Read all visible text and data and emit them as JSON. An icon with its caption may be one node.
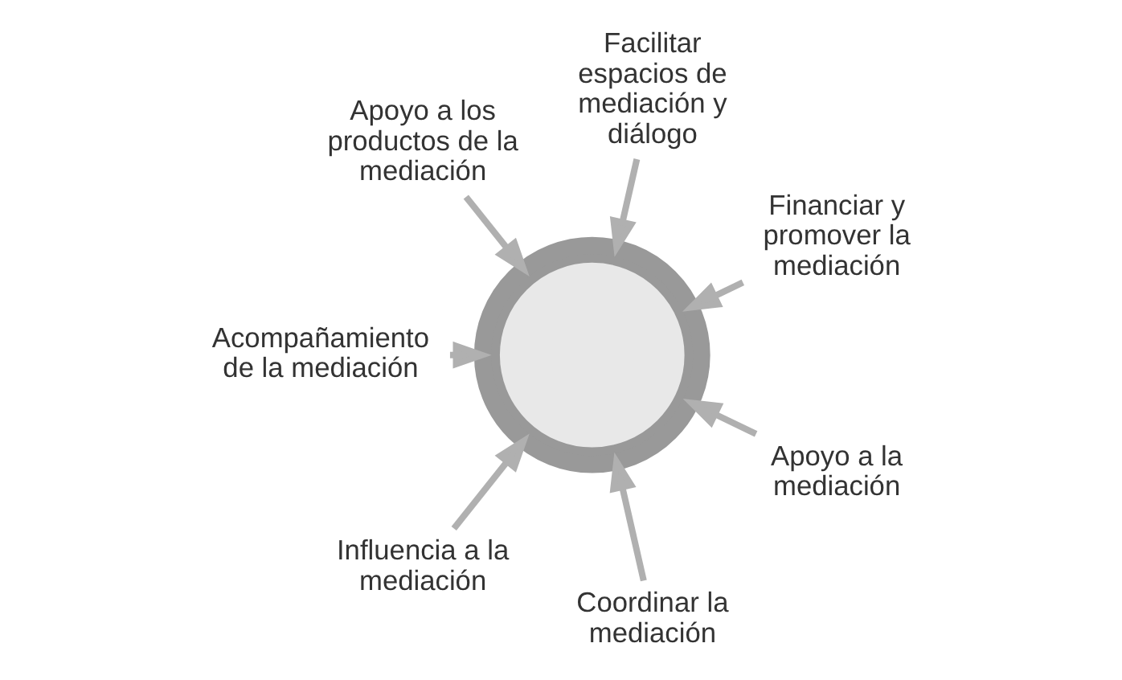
{
  "diagram": {
    "nodes": [
      {
        "text": [],
        "shape": "circle"
      },
      {
        "text": [
          "Financiar y promover la mediación"
        ]
      },
      {
        "text": [
          "Facilitar espacios de mediación y diálogo"
        ]
      },
      {
        "text": [
          "Apoyo a los productos de la mediación"
        ]
      },
      {
        "text": [
          "Acompañamiento de la mediación"
        ]
      },
      {
        "text": [
          "Influencia a la mediación"
        ]
      },
      {
        "text": [
          "Coordinar la mediación"
        ]
      },
      {
        "text": [
          "Apoyo a la mediación"
        ]
      }
    ],
    "edges": [
      {
        "from": 1,
        "to": 0,
        "arrow": "to"
      },
      {
        "from": 2,
        "to": 0,
        "arrow": "to"
      },
      {
        "from": 3,
        "to": 0,
        "arrow": "to"
      },
      {
        "from": 4,
        "to": 0,
        "arrow": "to"
      },
      {
        "from": 5,
        "to": 0,
        "arrow": "to"
      },
      {
        "from": 6,
        "to": 0,
        "arrow": "to"
      },
      {
        "from": 7,
        "to": 0,
        "arrow": "to"
      }
    ]
  }
}
